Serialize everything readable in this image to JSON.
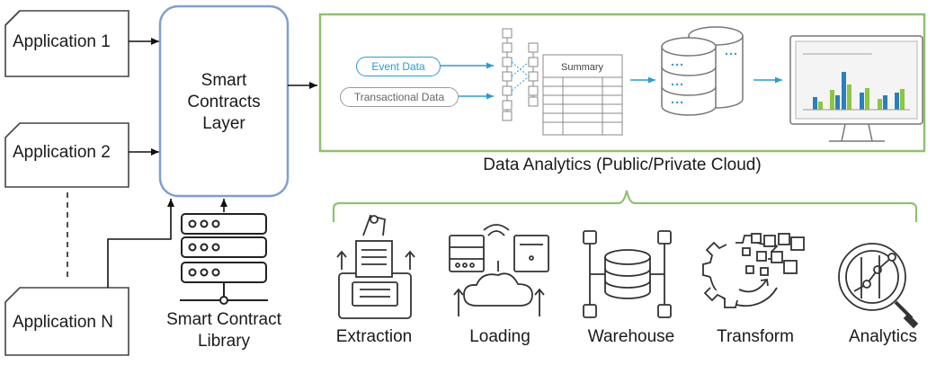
{
  "applications": [
    {
      "label": "Application 1"
    },
    {
      "label": "Application 2"
    },
    {
      "label": "Application N"
    }
  ],
  "layer": {
    "lines": [
      "Smart",
      "Contracts",
      "Layer"
    ]
  },
  "library": {
    "lines": [
      "Smart Contract",
      "Library"
    ]
  },
  "analytics_panel": {
    "inputs": [
      "Event Data",
      "Transactional Data"
    ],
    "summary_label": "Summary",
    "caption": "Data Analytics (Public/Private Cloud)"
  },
  "steps": [
    {
      "label": "Extraction",
      "icon": "extraction-icon"
    },
    {
      "label": "Loading",
      "icon": "loading-icon"
    },
    {
      "label": "Warehouse",
      "icon": "warehouse-icon"
    },
    {
      "label": "Transform",
      "icon": "transform-icon"
    },
    {
      "label": "Analytics",
      "icon": "analytics-icon"
    }
  ],
  "colors": {
    "layer_border": "#7f9fd1",
    "panel_border": "#8dc26f",
    "accent_blue": "#2a9bd7",
    "bar_green": "#8dc63f",
    "bar_blue": "#2a7fc0"
  }
}
